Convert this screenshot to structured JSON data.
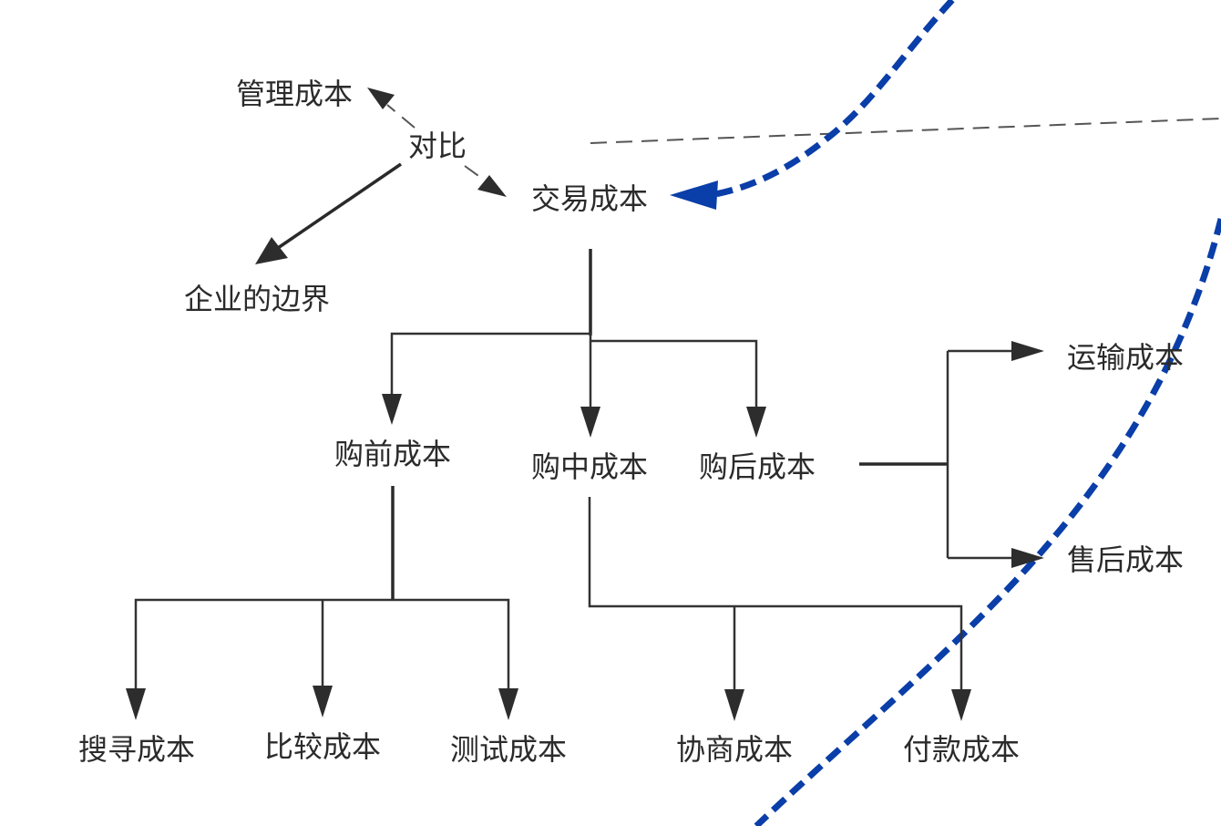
{
  "nodes": {
    "management_cost": "管理成本",
    "contrast": "对比",
    "transaction_cost": "交易成本",
    "firm_boundary": "企业的边界",
    "pre_purchase_cost": "购前成本",
    "in_purchase_cost": "购中成本",
    "post_purchase_cost": "购后成本",
    "transport_cost": "运输成本",
    "after_sales_cost": "售后成本",
    "search_cost": "搜寻成本",
    "comparison_cost": "比较成本",
    "testing_cost": "测试成本",
    "negotiation_cost": "协商成本",
    "payment_cost": "付款成本"
  },
  "colors": {
    "line": "#333333",
    "text": "#2b2b2b",
    "accent_blue": "#0a3ea8",
    "background": "#ffffff"
  }
}
